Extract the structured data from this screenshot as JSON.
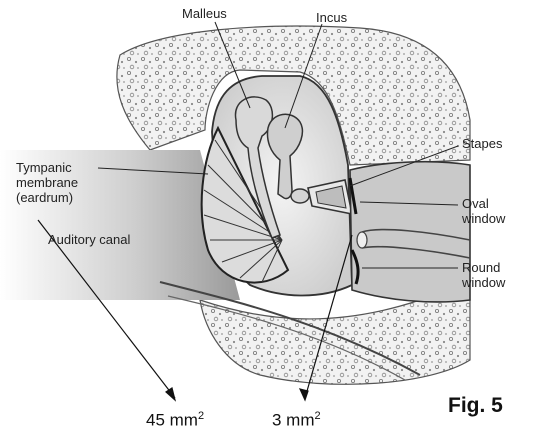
{
  "labels": {
    "malleus": "Malleus",
    "incus": "Incus",
    "stapes": "Stapes",
    "tympanic_membrane": "Tympanic\nmembrane\n(eardrum)",
    "auditory_canal": "Auditory canal",
    "oval_window": "Oval\nwindow",
    "round_window": "Round\nwindow"
  },
  "areas": {
    "eardrum_value": "45 mm",
    "oval_window_value": "3 mm",
    "exponent": "2"
  },
  "figure_label": "Fig. 5"
}
